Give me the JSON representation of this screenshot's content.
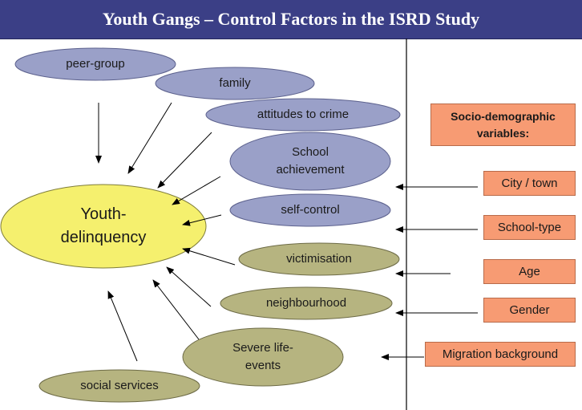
{
  "title": "Youth Gangs – Control Factors in the ISRD Study",
  "center": {
    "text": "Youth-\ndelinquency"
  },
  "factors": [
    {
      "id": "peer-group",
      "text": "peer-group"
    },
    {
      "id": "family",
      "text": "family"
    },
    {
      "id": "attitudes",
      "text": "attitudes to crime"
    },
    {
      "id": "school-achievement",
      "text": "School\nachievement"
    },
    {
      "id": "self-control",
      "text": "self-control"
    },
    {
      "id": "victimisation",
      "text": "victimisation"
    },
    {
      "id": "neighbourhood",
      "text": "neighbourhood"
    },
    {
      "id": "life-events",
      "text": "Severe life-\nevents"
    },
    {
      "id": "social-services",
      "text": "social services"
    }
  ],
  "socio": {
    "header": "Socio-demographic\nvariables:",
    "items": [
      "City / town",
      "School-type",
      "Age",
      "Gender",
      "Migration background"
    ]
  },
  "colors": {
    "title_bg": "#3b3f86",
    "center_fill": "#f5f06e",
    "blue_fill": "#9aa0c8",
    "olive_fill": "#b6b480",
    "box_fill": "#f79b73"
  }
}
